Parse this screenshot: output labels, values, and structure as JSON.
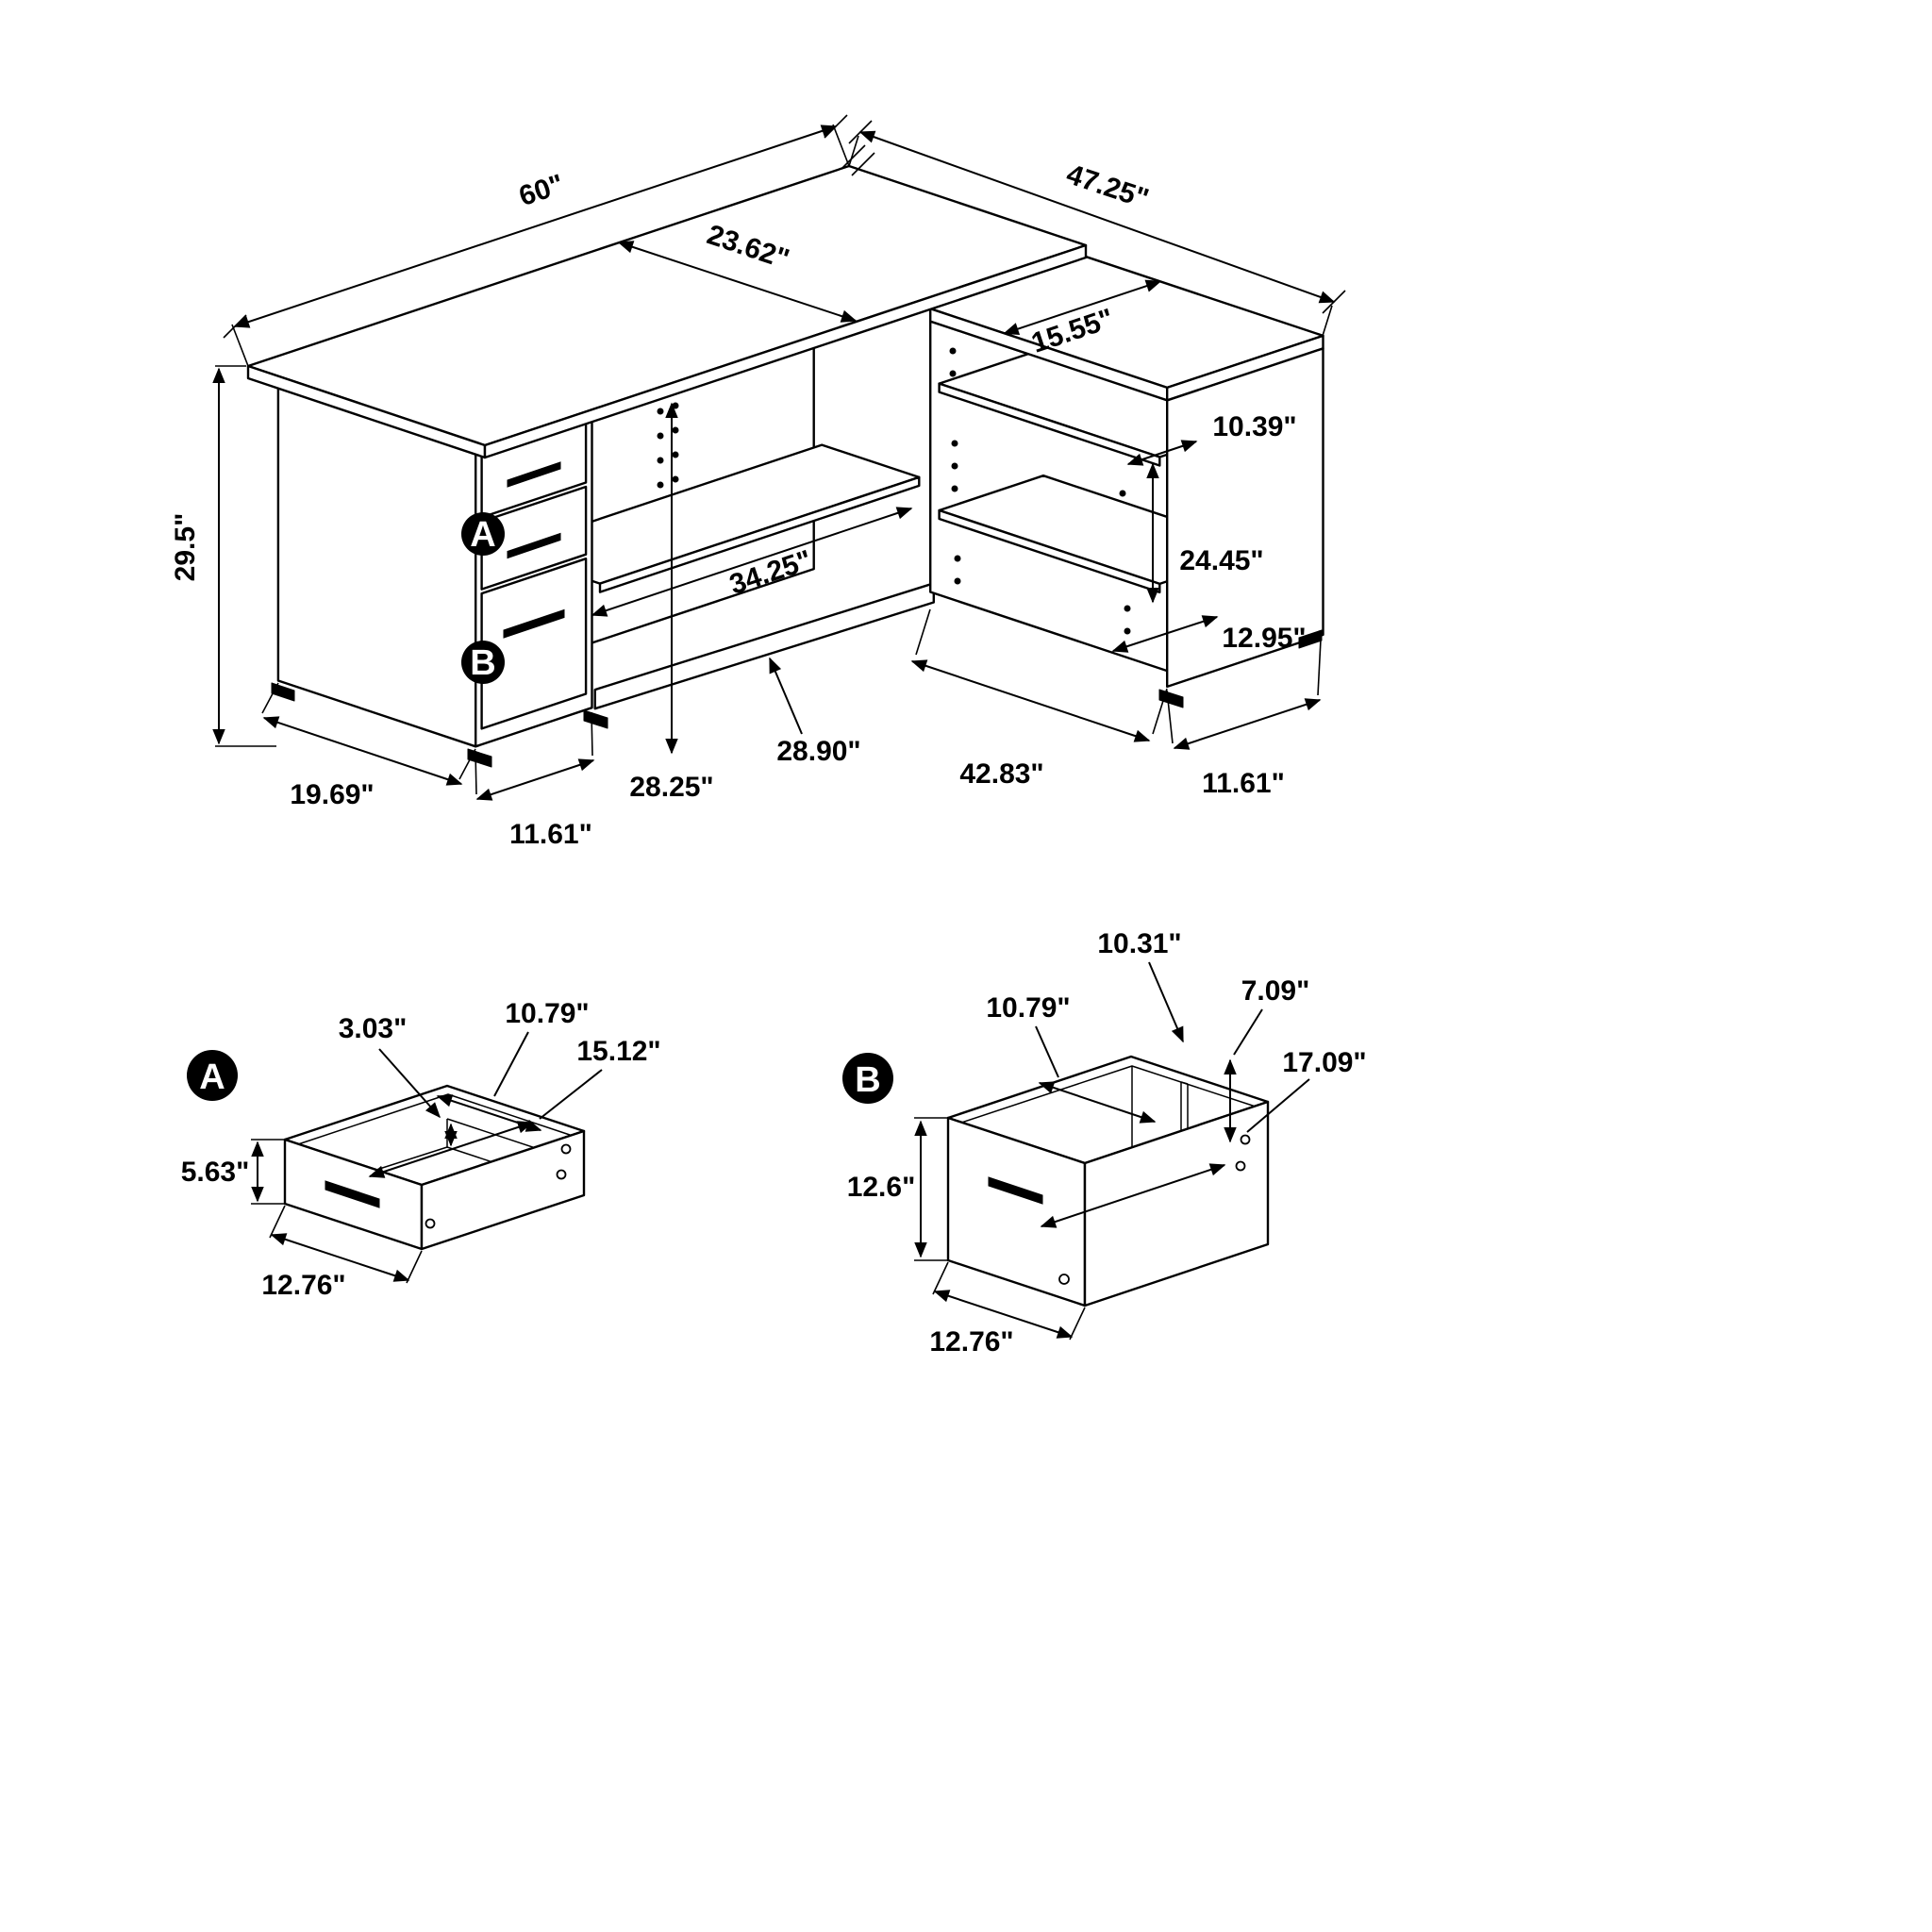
{
  "main": {
    "dims": {
      "top_length": "60\"",
      "return_length": "47.25\"",
      "top_depth": "23.62\"",
      "return_top_depth": "15.55\"",
      "overall_height": "29.5\"",
      "shelf_top_depth": "10.39\"",
      "shelf_opening_height": "24.45\"",
      "shelf_bottom_depth": "12.95\"",
      "kneehole_shelf_width": "34.25\"",
      "kneehole_height": "28.25\"",
      "kneehole_width": "28.90\"",
      "return_bottom_length": "42.83\"",
      "return_foot_width": "11.61\"",
      "pedestal_depth": "19.69\"",
      "pedestal_foot_width": "11.61\""
    },
    "badges": {
      "a": "A",
      "b": "B"
    }
  },
  "drawer_a": {
    "badge": "A",
    "dims": {
      "back_height": "3.03\"",
      "inner_depth": "10.79\"",
      "inner_length": "15.12\"",
      "front_height": "5.63\"",
      "front_width": "12.76\""
    }
  },
  "drawer_b": {
    "badge": "B",
    "dims": {
      "inner_back_depth": "10.31\"",
      "rail_height": "7.09\"",
      "inner_depth": "10.79\"",
      "inner_length": "17.09\"",
      "front_height": "12.6\"",
      "front_width": "12.76\""
    }
  }
}
